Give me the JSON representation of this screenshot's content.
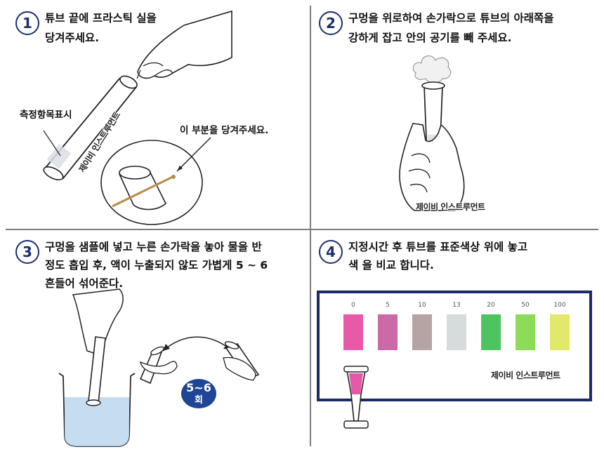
{
  "steps": [
    {
      "number": "1",
      "line1": "튜브 끝에 프라스틱 실을",
      "line2": "당겨주세요."
    },
    {
      "number": "2",
      "line1": "구멍을 위로하여 손가락으로 튜브의 아래쪽을",
      "line2": "강하게 잡고 안의 공기를  빼 주세요."
    },
    {
      "number": "3",
      "line1": "구멍을 샘플에 넣고 누른 손가락을 놓아 물을 반",
      "line2": "정도 흡입 후, 액이 누출되지 않도 가볍게  5 ~ 6",
      "line3": "흔들어 섞어준다."
    },
    {
      "number": "4",
      "line1": "지정시간 후 튜브를 표준색상 위에 놓고",
      "line2": "색 을 비교 합니다."
    }
  ],
  "labels": {
    "measurement_item": "측정항목표시",
    "pull_here": "이 부분을 당겨주세요.",
    "shake_count_number": "5~6",
    "shake_count_unit": "회"
  },
  "watermark": "제이비 인스트루먼트",
  "color_chart": {
    "values": [
      "0",
      "5",
      "10",
      "13",
      "20",
      "50",
      "100"
    ],
    "colors": [
      "#e85aa7",
      "#cc6aa8",
      "#b6a3a3",
      "#d6dbdc",
      "#4ec45f",
      "#8cdc5a",
      "#e1e86a"
    ]
  },
  "colors": {
    "accent": "#1b2f6e",
    "frame": "#1b2a6b",
    "badge": "#1f4596"
  }
}
